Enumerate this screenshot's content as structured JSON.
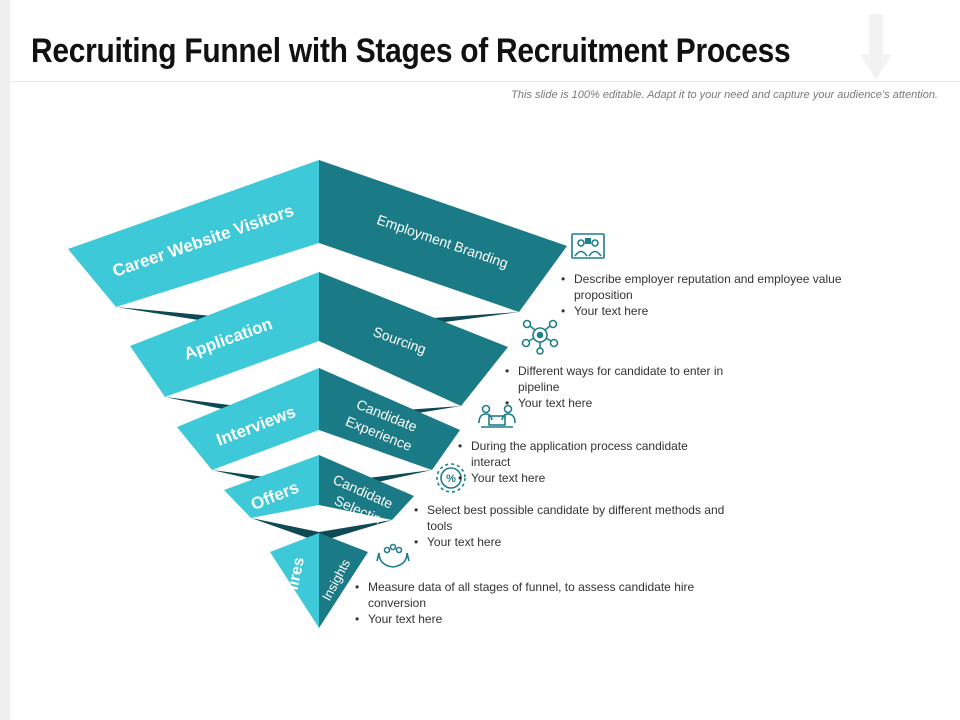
{
  "header": {
    "title": "Recruiting Funnel with Stages of Recruitment Process",
    "subtitle": "This slide is 100% editable. Adapt it to your need and capture your audience’s attention."
  },
  "colors": {
    "left_face": "#3ec9d8",
    "right_face": "#1a7a86",
    "shadow": "#0d4a53",
    "icon": "#1f7f8a"
  },
  "funnel": {
    "stages": [
      {
        "label": "Career Website Visitors",
        "theme": "Employment Branding",
        "icon": "presentation-icon"
      },
      {
        "label": "Application",
        "theme": "Sourcing",
        "icon": "network-icon"
      },
      {
        "label": "Interviews",
        "theme_lines": [
          "Candidate",
          "Experience"
        ],
        "icon": "meeting-icon"
      },
      {
        "label": "Offers",
        "theme_lines": [
          "Candidate",
          "Selectin"
        ],
        "icon": "percent-gear-icon"
      },
      {
        "label": "Hires",
        "theme": "Insights",
        "icon": "hands-people-icon"
      }
    ]
  },
  "details": [
    {
      "lines": [
        "Describe employer reputation and employee value proposition",
        "Your text here"
      ]
    },
    {
      "lines": [
        "Different ways for candidate to enter in pipeline",
        "Your text here"
      ]
    },
    {
      "lines": [
        "During the application process candidate interact",
        "Your text here"
      ]
    },
    {
      "lines": [
        "Select best possible candidate by different methods and tools",
        "Your text here"
      ]
    },
    {
      "lines": [
        "Measure data of all stages of funnel,  to assess candidate hire conversion",
        "Your text here"
      ]
    }
  ]
}
